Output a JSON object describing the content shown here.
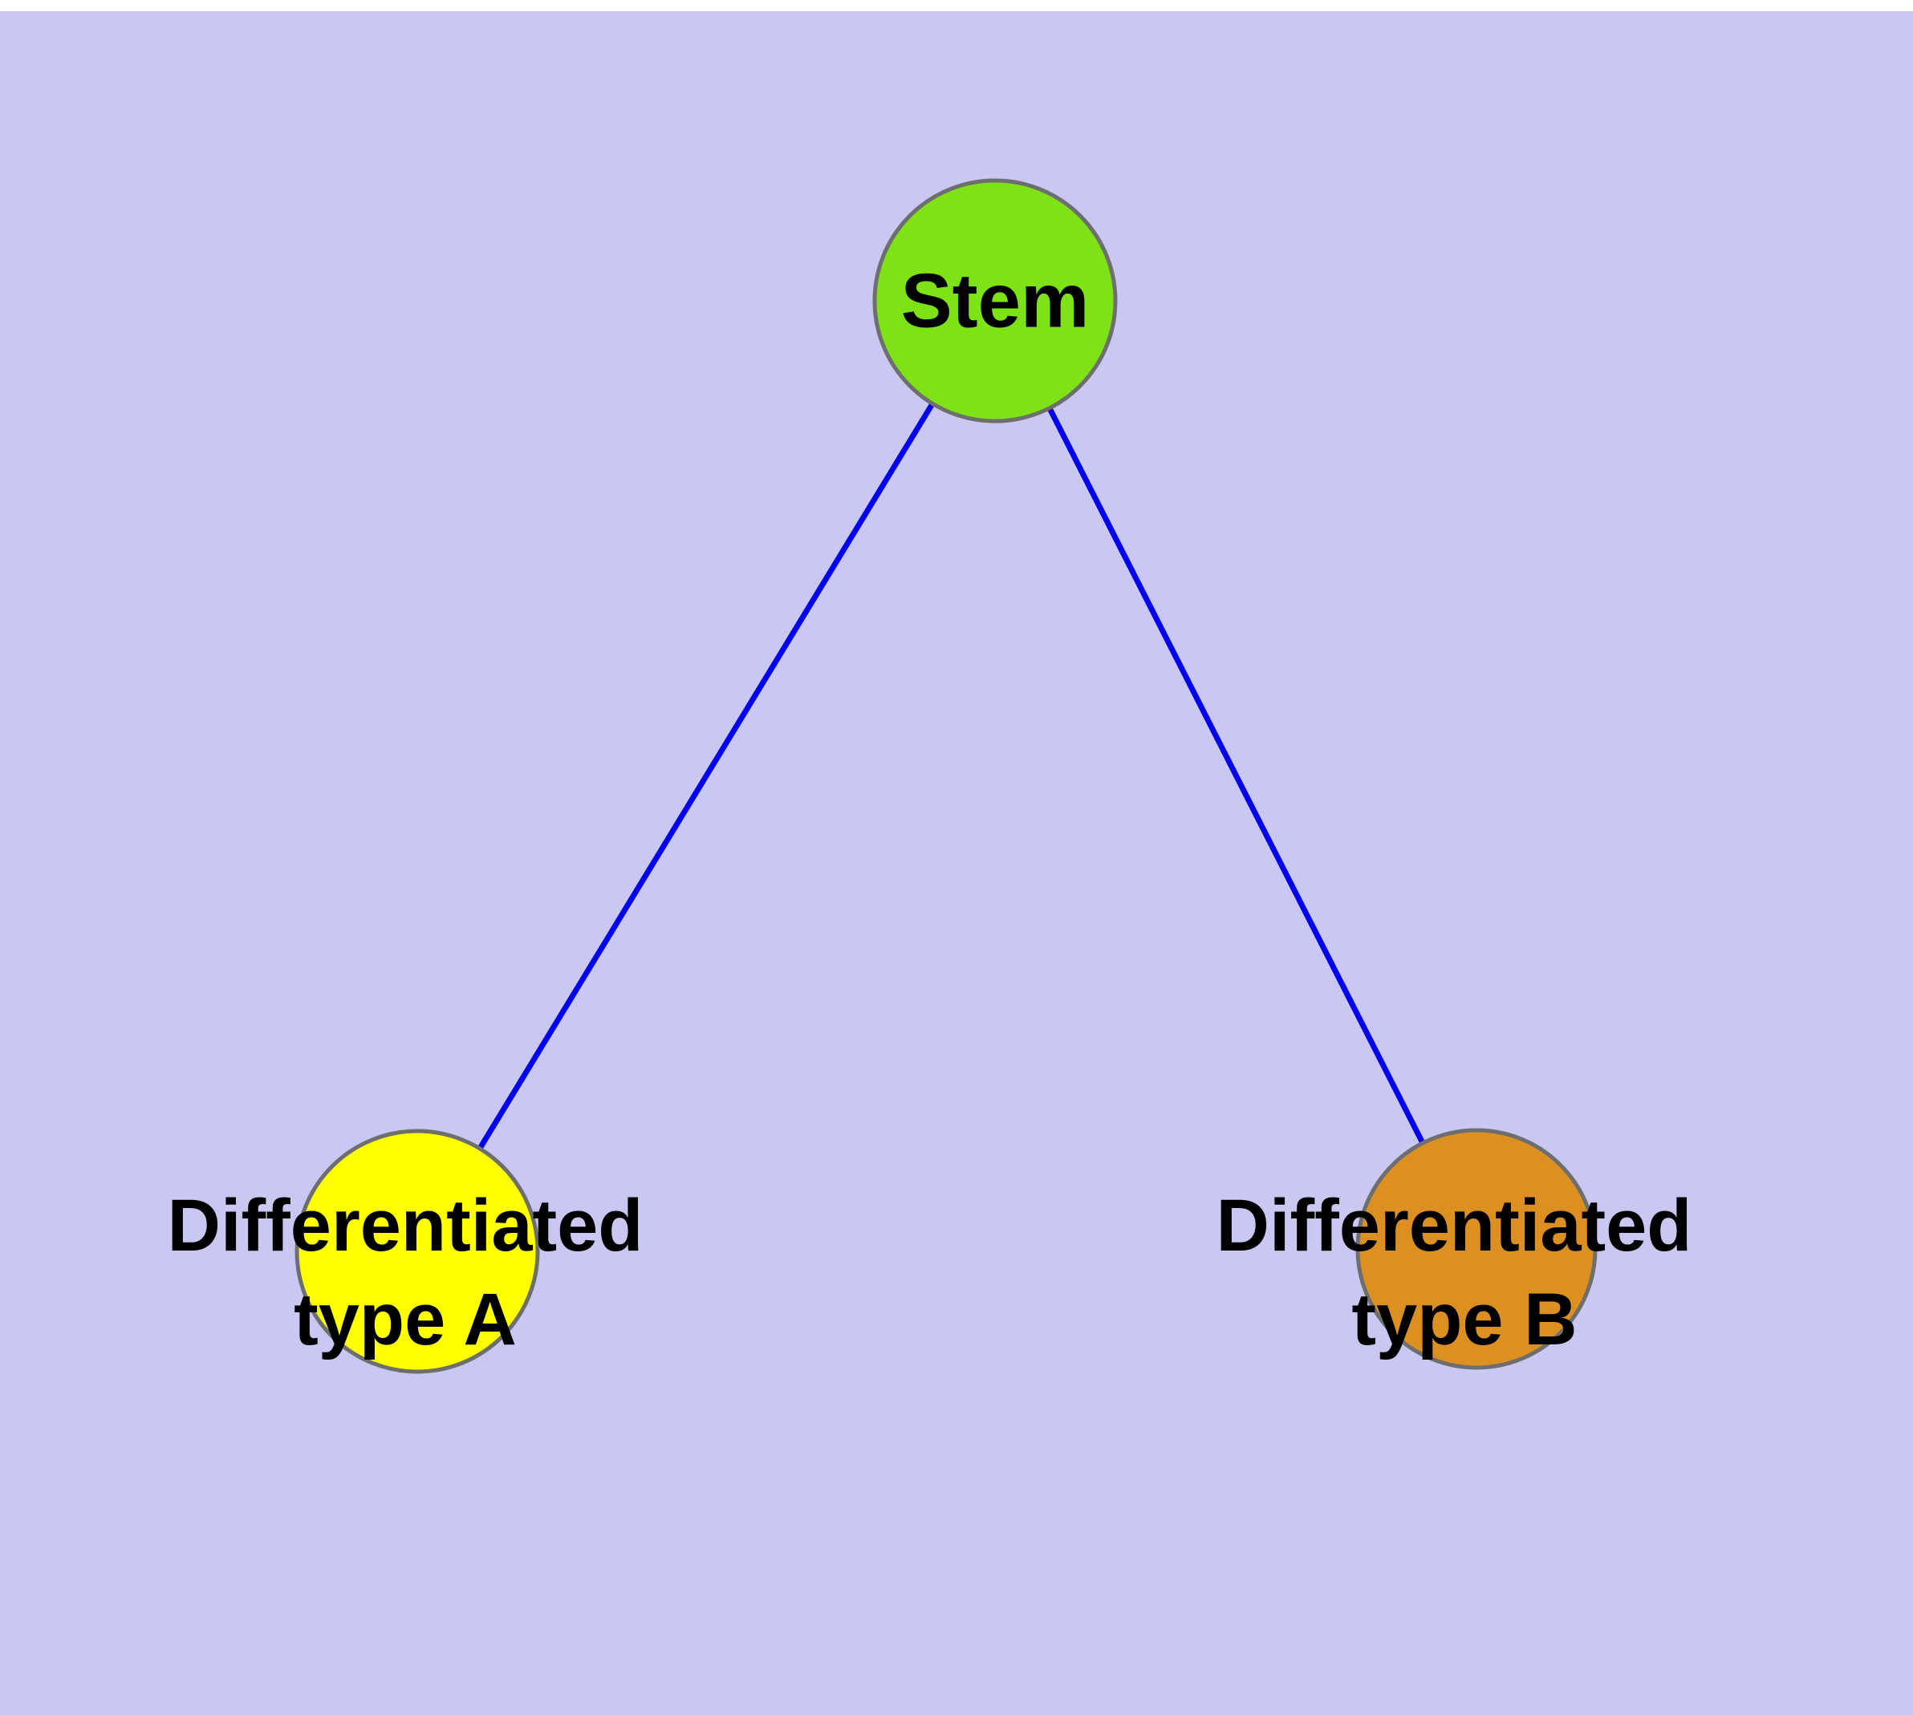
{
  "canvas": {
    "background": "#c9c8f2",
    "top_strip": "#ffffff"
  },
  "diagram": {
    "edge_color": "#0000ee",
    "node_border_color": "#6e6e6e",
    "text_color": "#000000",
    "nodes": {
      "stem": {
        "label": "Stem",
        "fill": "#7de314"
      },
      "typeA": {
        "line1": "Differentiated",
        "line2": "type A",
        "fill": "#ffff00"
      },
      "typeB": {
        "line1": "Differentiated",
        "line2": "type B",
        "fill": "#dd9022"
      }
    },
    "edges": [
      {
        "from": "Stem",
        "to": "Differentiated type A"
      },
      {
        "from": "Stem",
        "to": "Differentiated type B"
      }
    ]
  }
}
